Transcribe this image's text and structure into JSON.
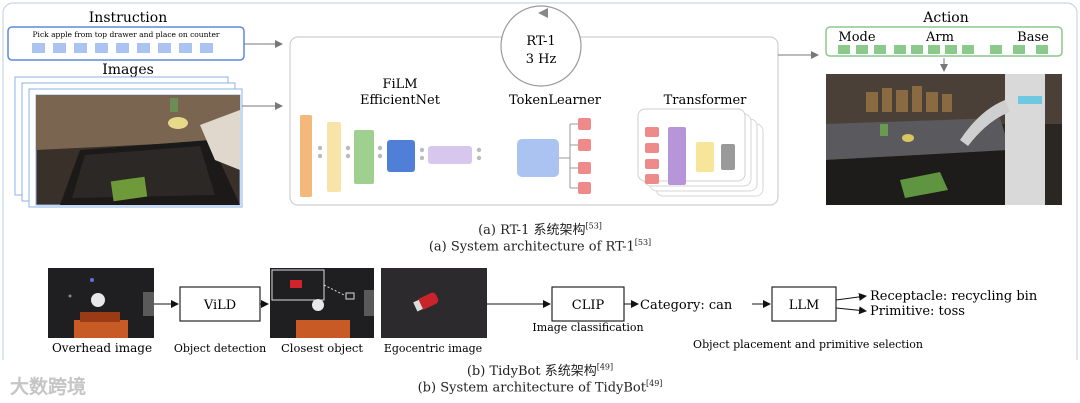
{
  "rt1": {
    "instruction_title": "Instruction",
    "instruction_text": "Pick apple from top drawer and place on counter",
    "images_title": "Images",
    "center_title": "RT-1",
    "center_rate": "3 Hz",
    "film_title_line1": "FiLM",
    "film_title_line2": "EfficientNet",
    "tokenlearner_title": "TokenLearner",
    "transformer_title": "Transformer",
    "action_title": "Action",
    "action_mode": "Mode",
    "action_arm": "Arm",
    "action_base": "Base"
  },
  "tidybot": {
    "overhead_label": "Overhead image",
    "vild_label": "ViLD",
    "object_detection_label": "Object detection",
    "closest_object_label": "Closest object",
    "egocentric_label": "Egocentric image",
    "clip_label": "CLIP",
    "image_classification_label": "Image classification",
    "category_text": "Category: can",
    "llm_label": "LLM",
    "placement_label": "Object placement and primitive selection",
    "receptacle_text": "Receptacle: recycling bin",
    "primitive_text": "Primitive: toss"
  },
  "captions": {
    "a_cn": "(a) RT-1 系统架构",
    "a_cn_ref": "[53]",
    "a_en": "(a) System architecture of RT-1",
    "a_en_ref": "[53]",
    "b_cn": "(b) TidyBot 系统架构",
    "b_cn_ref": "[49]",
    "b_en": "(b) System architecture of TidyBot",
    "b_en_ref": "[49]"
  },
  "watermark": "大数跨境",
  "colors": {
    "frame_blue": "#5b8ad8",
    "token_blue": "#aac3f0",
    "action_green": "#8cc98c",
    "film_orange": "#f3b87a",
    "film_yellow": "#f8e4a8",
    "film_green": "#9fd08f",
    "film_blue": "#4f7fd6",
    "film_lavender": "#d7c7ee",
    "token_red": "#ef8a8a",
    "transformer_purple": "#b696d9",
    "transformer_yellow": "#f7e59a",
    "transformer_gray": "#9a9a9a"
  }
}
